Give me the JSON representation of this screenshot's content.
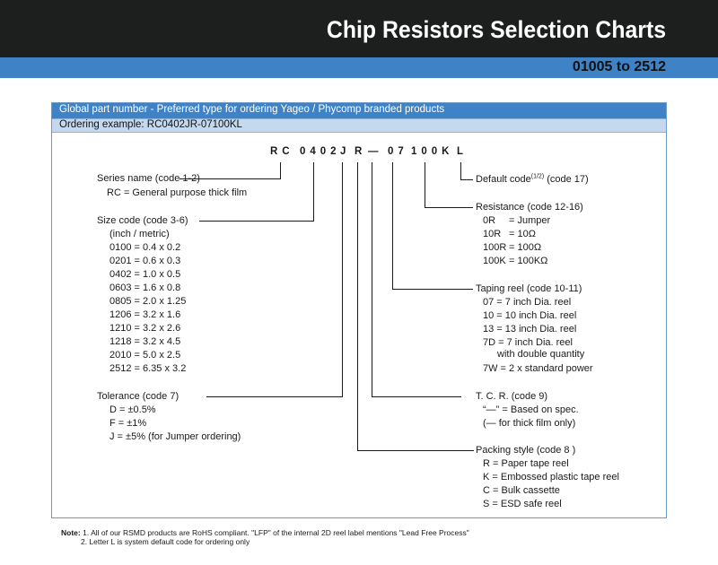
{
  "header": {
    "title": "Chip Resistors Selection Charts",
    "range": "01005 to 2512"
  },
  "panel": {
    "heading": "Global part number - Preferred type for ordering Yageo / Phycomp branded products",
    "ordering_example": "Ordering example: RC0402JR-07100KL"
  },
  "code": {
    "series": "RC",
    "size": "0402",
    "tolerance": "J",
    "packing": "R",
    "tcr": "—",
    "taping": "07",
    "resistance": "100K",
    "default": "L"
  },
  "series": {
    "title": "Series name (code 1-2)",
    "items": [
      "RC = General purpose thick film"
    ]
  },
  "size": {
    "title": "Size code (code 3-6)",
    "subtitle": "(inch / metric)",
    "items": [
      "0100 = 0.4 x 0.2",
      "0201 = 0.6 x 0.3",
      "0402 = 1.0 x 0.5",
      "0603 = 1.6 x 0.8",
      "0805 = 2.0 x 1.25",
      "1206 = 3.2 x 1.6",
      "1210 = 3.2 x 2.6",
      "1218 = 3.2 x 4.5",
      "2010 = 5.0 x 2.5",
      "2512 = 6.35 x 3.2"
    ]
  },
  "tolerance": {
    "title": "Tolerance (code 7)",
    "items": [
      "D = ±0.5%",
      "F = ±1%",
      "J = ±5%  (for Jumper ordering)"
    ]
  },
  "default_code": {
    "label": "Default code",
    "sup": "(1/2)",
    "suffix": " (code 17)"
  },
  "resistance": {
    "title": "Resistance (code 12-16)",
    "items": [
      {
        "code": "0R",
        "desc": "= Jumper"
      },
      {
        "code": "10R",
        "desc": "= 10Ω"
      },
      {
        "code": "100R",
        "desc": "= 100Ω"
      },
      {
        "code": "100K",
        "desc": "= 100KΩ"
      }
    ]
  },
  "taping": {
    "title": "Taping reel (code 10-11)",
    "items": [
      "07 = 7 inch Dia. reel",
      "10 = 10 inch Dia. reel",
      "13 = 13 inch Dia. reel",
      "7D = 7 inch Dia. reel",
      "with double quantity",
      "7W = 2 x standard power"
    ]
  },
  "tcr": {
    "title": "T. C. R. (code 9)",
    "items": [
      "“—” = Based on spec.",
      "(— for thick film only)"
    ]
  },
  "packing": {
    "title": "Packing style (code 8 )",
    "items": [
      "R = Paper tape reel",
      "K = Embossed plastic tape reel",
      "C = Bulk cassette",
      "S = ESD safe reel"
    ]
  },
  "notes": {
    "label": "Note:",
    "lines": [
      "1. All of our RSMD products are RoHS compliant. \"LFP\" of the internal 2D reel label mentions \"Lead Free Process\"",
      "2. Letter L is system default code for ordering only"
    ]
  }
}
